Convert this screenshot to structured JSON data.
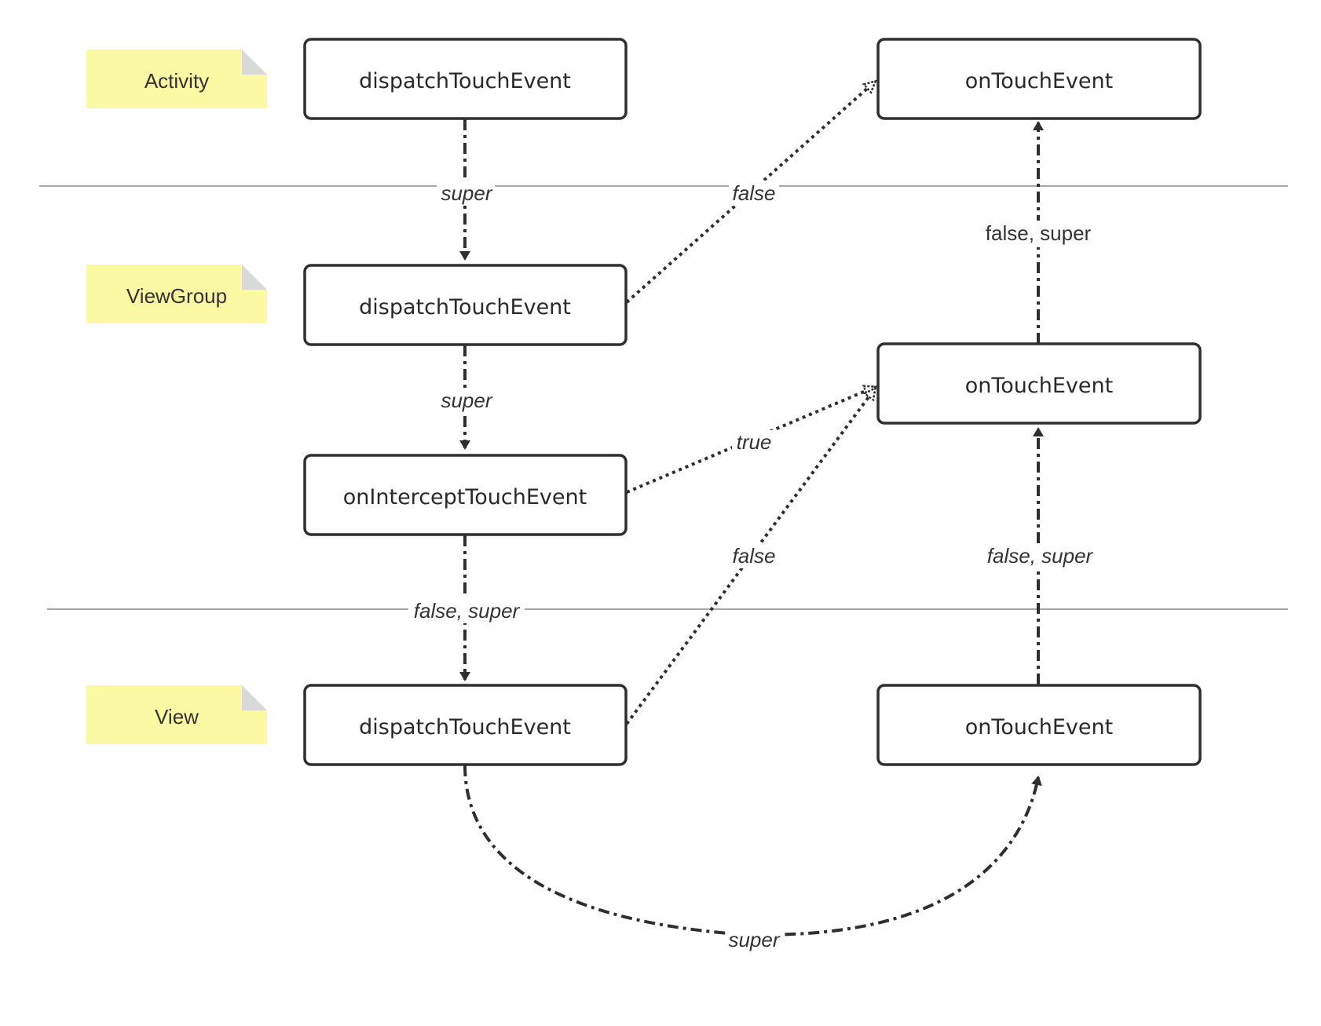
{
  "lanes": {
    "activity": "Activity",
    "viewgroup": "ViewGroup",
    "view": "View"
  },
  "nodes": {
    "activity_dispatch": "dispatchTouchEvent",
    "activity_ontouch": "onTouchEvent",
    "viewgroup_dispatch": "dispatchTouchEvent",
    "viewgroup_intercept": "onInterceptTouchEvent",
    "viewgroup_ontouch": "onTouchEvent",
    "view_dispatch": "dispatchTouchEvent",
    "view_ontouch": "onTouchEvent"
  },
  "edges": {
    "a_dispatch_to_vg_dispatch": "super",
    "vg_dispatch_to_a_ontouch": "false",
    "vg_ontouch_to_a_ontouch": "false, super",
    "vg_dispatch_to_intercept": "super",
    "intercept_to_vg_ontouch": "true",
    "view_dispatch_to_vg_ontouch": "false",
    "view_ontouch_to_vg_ontouch": "false, super",
    "intercept_to_view_dispatch": "false, super",
    "view_dispatch_to_view_ontouch": "super"
  },
  "colors": {
    "note_fill": "#fbf9a4",
    "note_fold": "#d9d9d9",
    "node_stroke": "#2f2f2f",
    "edge": "#2f2f2f",
    "separator": "#888888"
  }
}
